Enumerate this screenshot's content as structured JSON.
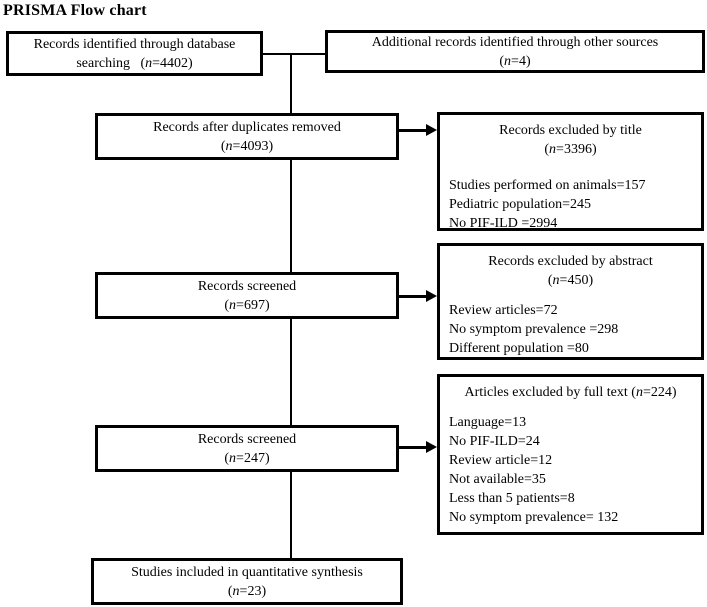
{
  "title": "PRISMA Flow chart",
  "colors": {
    "ink": "#000000",
    "background": "#ffffff"
  },
  "boxes": {
    "identified": {
      "line1": "Records identified through database",
      "line2": {
        "pre": "searching   (",
        "it": "n",
        "post": "=4402)"
      }
    },
    "additional": {
      "line1": "Additional records identified through other sources",
      "line2": {
        "pre": "(",
        "it": "n",
        "post": "=4)"
      }
    },
    "after_duplicates": {
      "line1": "Records after duplicates removed",
      "line2": {
        "pre": "(",
        "it": "n",
        "post": "=4093)"
      }
    },
    "excluded_by_title": {
      "header1": "Records excluded by title",
      "header2": {
        "pre": "(",
        "it": "n",
        "post": "=3396)"
      },
      "items": [
        "Studies performed on animals=157",
        "Pediatric population=245",
        "No PIF-ILD =2994"
      ]
    },
    "screened_697": {
      "line1": "Records screened",
      "line2": {
        "pre": "(",
        "it": "n",
        "post": "=697)"
      }
    },
    "excluded_by_abstract": {
      "header1": "Records excluded by abstract",
      "header2": {
        "pre": "(",
        "it": "n",
        "post": "=450)"
      },
      "items": [
        "Review articles=72",
        "No symptom prevalence =298",
        "Different population =80"
      ]
    },
    "screened_247": {
      "line1": "Records screened",
      "line2": {
        "pre": "(",
        "it": "n",
        "post": "=247)"
      }
    },
    "excluded_by_fulltext": {
      "header1": {
        "pre": "Articles excluded by full text (",
        "it": "n",
        "post": "=224)"
      },
      "items": [
        "Language=13",
        "No PIF-ILD=24",
        "Review article=12",
        "Not available=35",
        "Less than 5 patients=8",
        "No symptom prevalence= 132"
      ]
    },
    "included": {
      "line1": "Studies included in quantitative synthesis",
      "line2": {
        "pre": "(",
        "it": "n",
        "post": "=23)"
      }
    }
  }
}
